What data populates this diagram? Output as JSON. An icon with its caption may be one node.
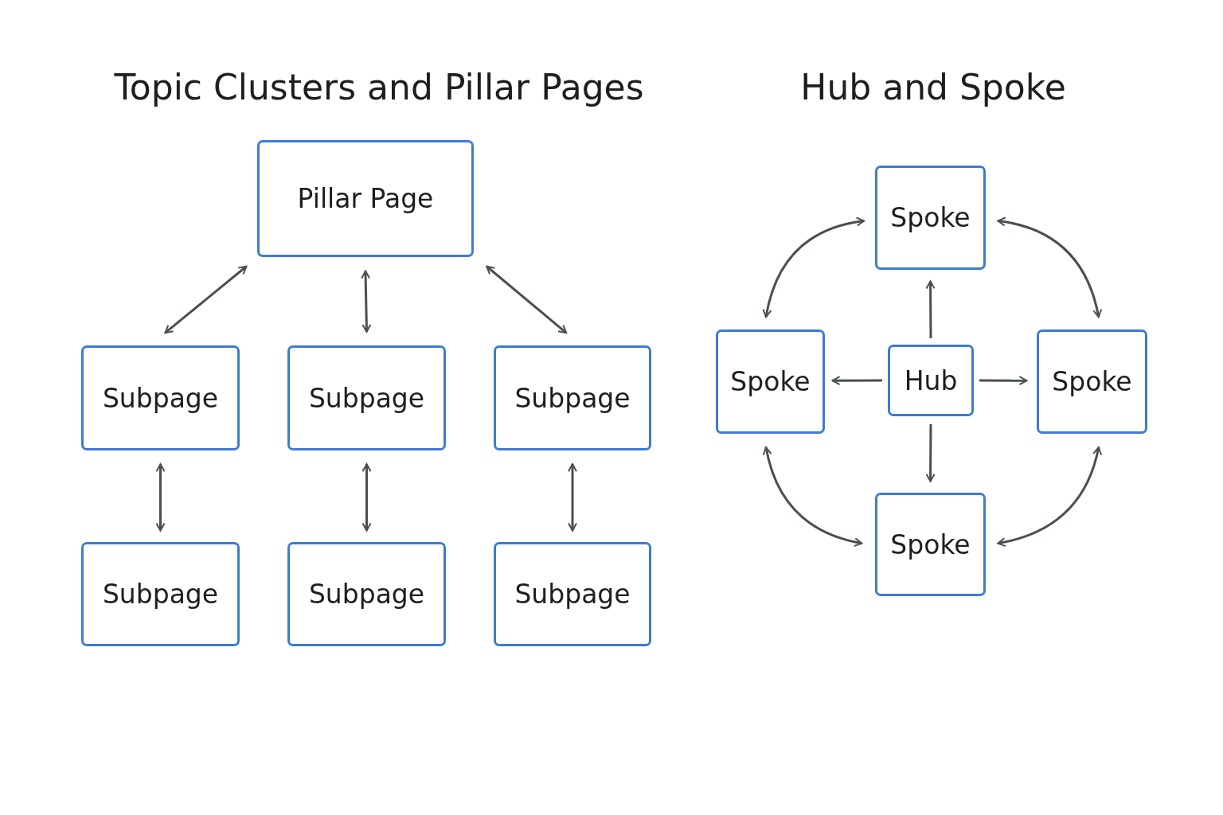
{
  "diagram": {
    "nodes": [
      {
        "text": [
          "Pillar Page"
        ]
      },
      {
        "text": [
          "Subpage"
        ]
      },
      {
        "text": [
          "Subpage"
        ]
      },
      {
        "text": [
          "Subpage"
        ]
      },
      {
        "text": [
          "Subpage"
        ]
      },
      {
        "text": [
          "Subpage"
        ]
      },
      {
        "text": [
          "Subpage"
        ]
      },
      {
        "text": [
          "Spoke"
        ]
      },
      {
        "text": [
          "Spoke"
        ]
      },
      {
        "text": [
          "Hub"
        ]
      },
      {
        "text": [
          "Spoke"
        ]
      },
      {
        "text": [
          "Spoke"
        ]
      }
    ],
    "edges": [
      {
        "from": 0,
        "to": 1,
        "arrow": "both"
      },
      {
        "from": 0,
        "to": 2,
        "arrow": "both"
      },
      {
        "from": 0,
        "to": 3,
        "arrow": "both"
      },
      {
        "from": 1,
        "to": 4,
        "arrow": "both"
      },
      {
        "from": 2,
        "to": 5,
        "arrow": "both"
      },
      {
        "from": 3,
        "to": 6,
        "arrow": "both"
      },
      {
        "from": 9,
        "to": 7,
        "arrow": "to"
      },
      {
        "from": 9,
        "to": 8,
        "arrow": "to"
      },
      {
        "from": 9,
        "to": 10,
        "arrow": "to"
      },
      {
        "from": 9,
        "to": 11,
        "arrow": "to"
      },
      {
        "from": 7,
        "to": 8,
        "arrow": "both"
      },
      {
        "from": 7,
        "to": 10,
        "arrow": "both"
      },
      {
        "from": 8,
        "to": 11,
        "arrow": "both"
      },
      {
        "from": 10,
        "to": 11,
        "arrow": "both"
      }
    ],
    "labels": [
      "Topic Clusters and Pillar Pages",
      "Hub and Spoke"
    ]
  }
}
